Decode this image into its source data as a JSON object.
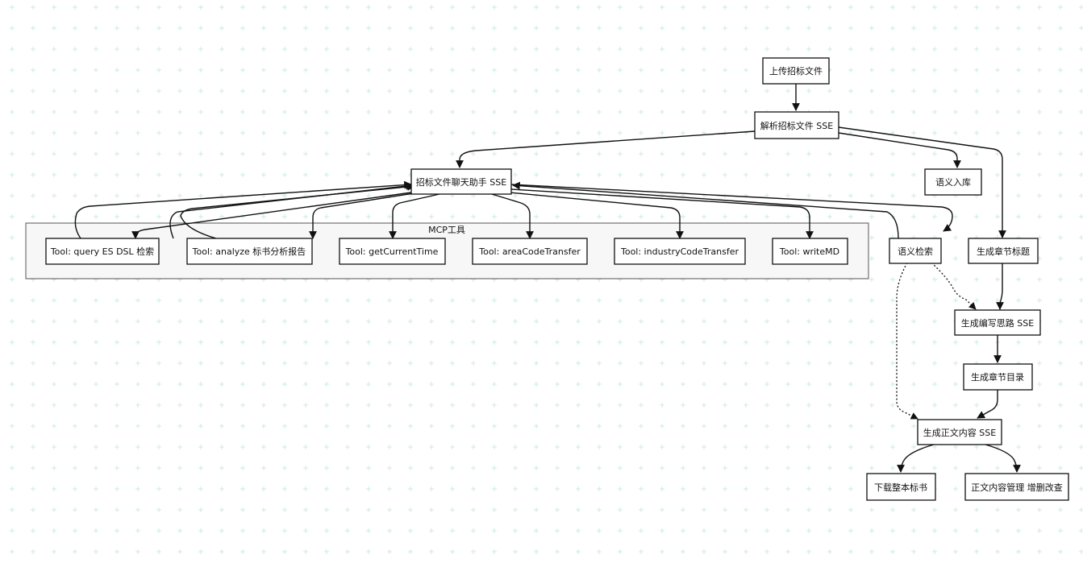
{
  "colors": {
    "background": "#ffffff",
    "grid_mark": "#cfe9ea",
    "stroke": "#111111",
    "cluster_fill": "#f7f7f8"
  },
  "diagram": {
    "cluster_label": "MCP工具",
    "nodes": {
      "upload": "上传招标文件",
      "parse": "解析招标文件 SSE",
      "chat": "招标文件聊天助手 SSE",
      "semantic_store": "语义入库",
      "tool_query": "Tool: query ES DSL 检索",
      "tool_analyze": "Tool: analyze 标书分析报告",
      "tool_time": "Tool: getCurrentTime",
      "tool_area": "Tool: areaCodeTransfer",
      "tool_industry": "Tool: industryCodeTransfer",
      "tool_write": "Tool: writeMD",
      "semantic_search": "语义检索",
      "gen_title": "生成章节标题",
      "gen_idea": "生成编写思路 SSE",
      "gen_toc": "生成章节目录",
      "gen_body": "生成正文内容 SSE",
      "download": "下载整本标书",
      "manage": "正文内容管理 增删改查"
    },
    "edges": [
      {
        "from": "upload",
        "to": "parse"
      },
      {
        "from": "parse",
        "to": "chat"
      },
      {
        "from": "parse",
        "to": "semantic_store"
      },
      {
        "from": "parse",
        "to": "gen_title"
      },
      {
        "from": "chat",
        "to": "tool_query"
      },
      {
        "from": "chat",
        "to": "tool_analyze"
      },
      {
        "from": "chat",
        "to": "tool_time"
      },
      {
        "from": "chat",
        "to": "tool_area"
      },
      {
        "from": "chat",
        "to": "tool_industry"
      },
      {
        "from": "chat",
        "to": "tool_write"
      },
      {
        "from": "chat",
        "to": "semantic_search"
      },
      {
        "from": "tool_query",
        "to": "chat"
      },
      {
        "from": "tool_analyze",
        "to": "chat"
      },
      {
        "from": "semantic_search",
        "to": "chat"
      },
      {
        "from": "gen_title",
        "to": "gen_idea"
      },
      {
        "from": "semantic_search",
        "to": "gen_idea",
        "style": "dotted"
      },
      {
        "from": "gen_idea",
        "to": "gen_toc"
      },
      {
        "from": "gen_toc",
        "to": "gen_body"
      },
      {
        "from": "semantic_search",
        "to": "gen_body",
        "style": "dotted"
      },
      {
        "from": "gen_body",
        "to": "download"
      },
      {
        "from": "gen_body",
        "to": "manage"
      }
    ]
  }
}
